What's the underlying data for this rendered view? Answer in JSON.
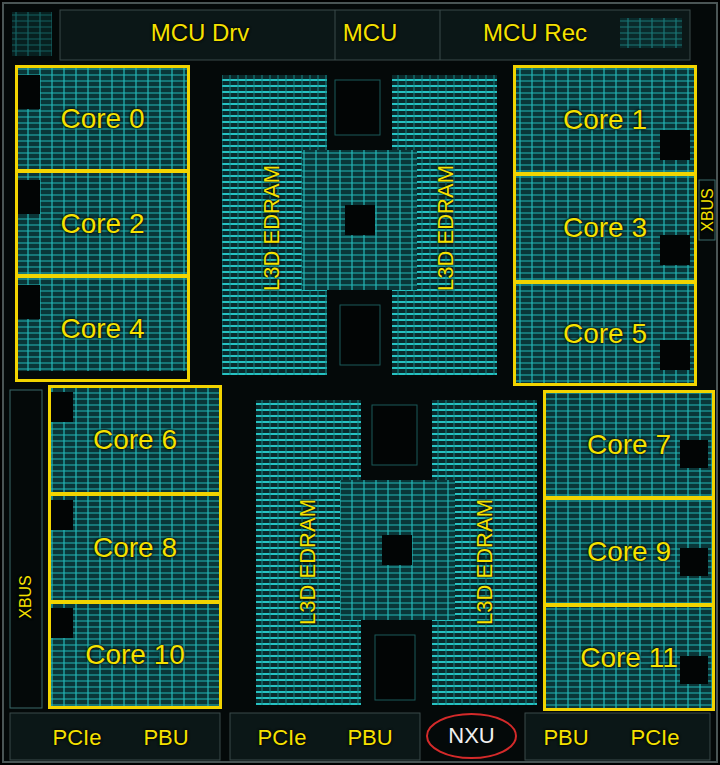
{
  "diagram": {
    "nodes": [
      {
        "text": [
          "Core 0"
        ]
      },
      {
        "text": [
          "Core 1"
        ]
      },
      {
        "text": [
          "Core 2"
        ]
      },
      {
        "text": [
          "Core 3"
        ]
      },
      {
        "text": [
          "Core 4"
        ]
      },
      {
        "text": [
          "Core 5"
        ]
      },
      {
        "text": [
          "Core 6"
        ]
      },
      {
        "text": [
          "Core 7"
        ]
      },
      {
        "text": [
          "Core 8"
        ]
      },
      {
        "text": [
          "Core 9"
        ]
      },
      {
        "text": [
          "Core 10"
        ]
      },
      {
        "text": [
          "Core 11"
        ]
      },
      {
        "text": [
          "NXU"
        ]
      }
    ],
    "labels": [
      "MCU Drv",
      "MCU",
      "MCU Rec",
      "L3D EDRAM",
      "L3D EDRAM",
      "XBUS",
      "L3D EDRAM",
      "L3D EDRAM",
      "XBUS",
      "PCIe",
      "PBU",
      "PCIe",
      "PBU",
      "PBU",
      "PCIe"
    ]
  }
}
